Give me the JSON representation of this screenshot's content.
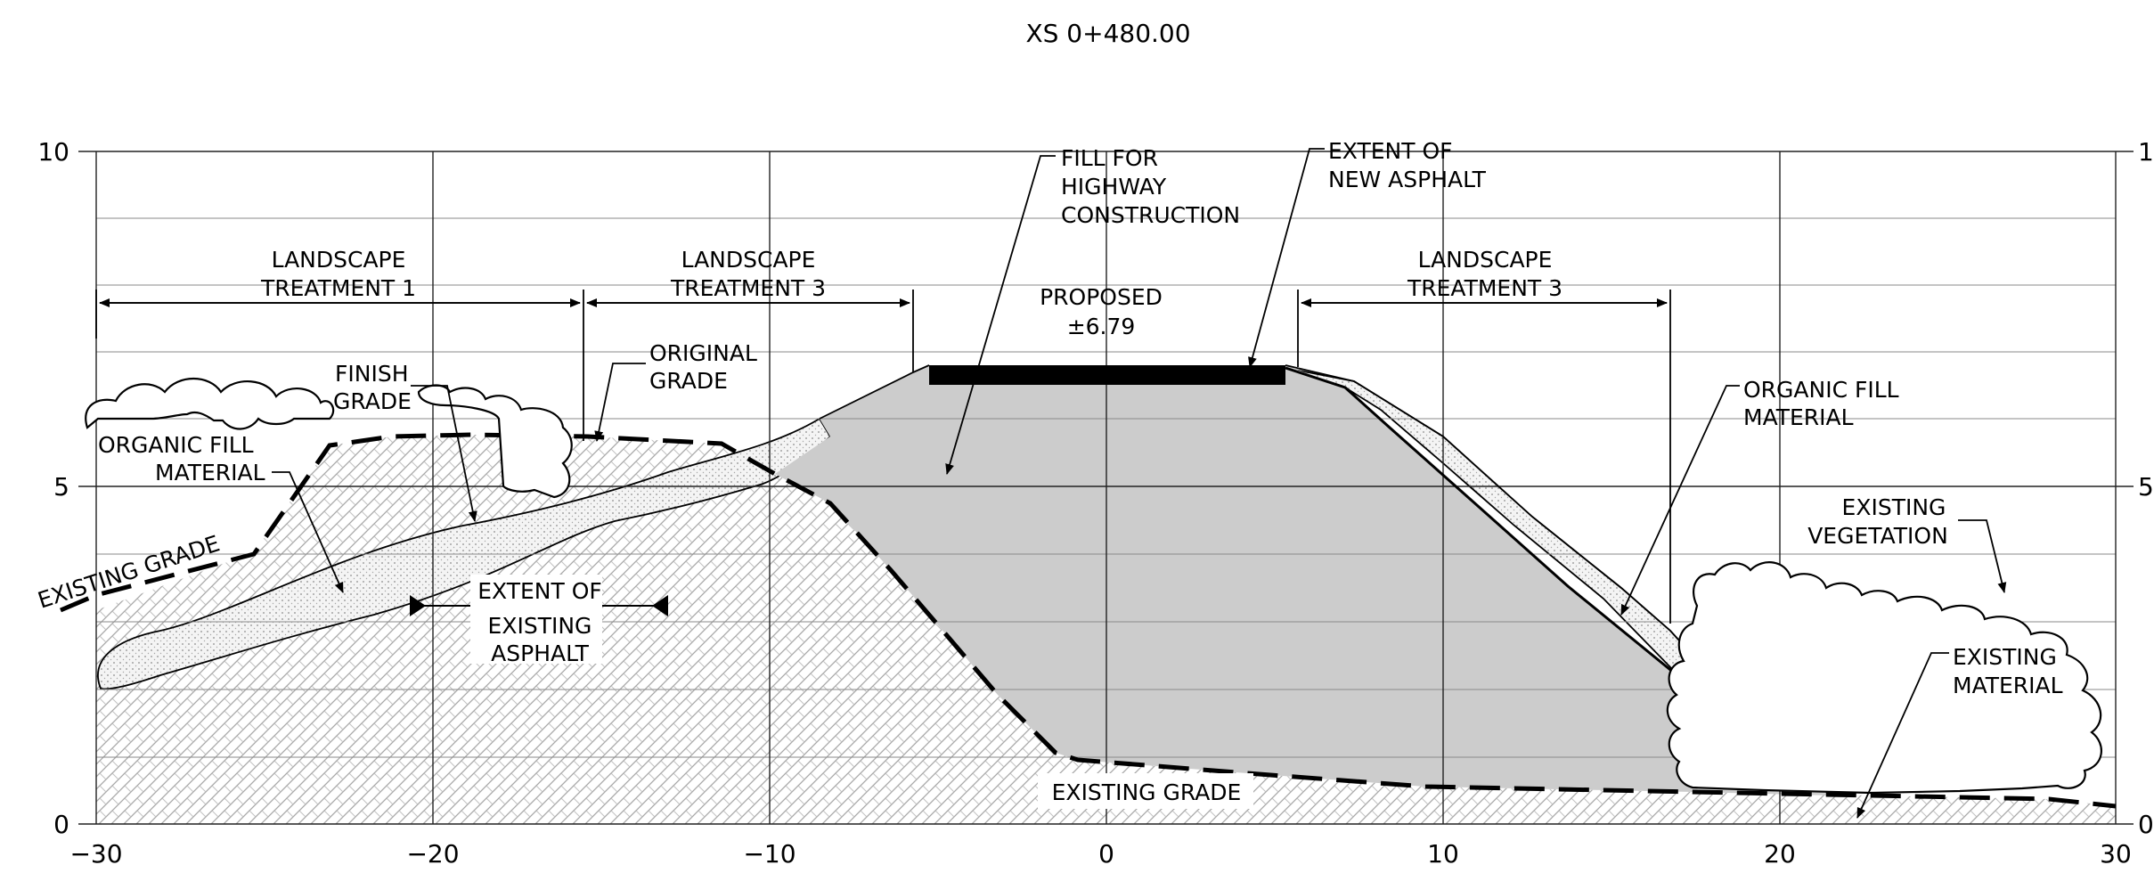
{
  "title": "XS 0+480.00",
  "axes": {
    "x_ticks": [
      "−30",
      "−20",
      "−10",
      "0",
      "10",
      "20",
      "30"
    ],
    "y_ticks": [
      "0",
      "5",
      "10"
    ]
  },
  "labels": {
    "landscape_1": [
      "LANDSCAPE",
      "TREATMENT 1"
    ],
    "landscape_3_left": [
      "LANDSCAPE",
      "TREATMENT 3"
    ],
    "landscape_3_right": [
      "LANDSCAPE",
      "TREATMENT 3"
    ],
    "proposed": [
      "PROPOSED",
      "±6.79"
    ],
    "fill_highway": [
      "FILL FOR",
      "HIGHWAY",
      "CONSTRUCTION"
    ],
    "new_asphalt": [
      "EXTENT OF",
      "NEW ASPHALT"
    ],
    "original_grade": [
      "ORIGINAL",
      "GRADE"
    ],
    "finish_grade": [
      "FINISH",
      "GRADE"
    ],
    "organic_left": [
      "ORGANIC FILL",
      "MATERIAL"
    ],
    "organic_right": [
      "ORGANIC FILL",
      "MATERIAL"
    ],
    "existing_grade_left": "EXISTING GRADE",
    "existing_grade_bottom": "EXISTING GRADE",
    "existing_asphalt": [
      "EXTENT OF",
      "EXISTING",
      "ASPHALT"
    ],
    "existing_vegetation": [
      "EXISTING",
      "VEGETATION"
    ],
    "existing_material": [
      "EXISTING",
      "MATERIAL"
    ]
  },
  "colors": {
    "fill_gray": "#cccccc",
    "line": "#000000",
    "background": "#ffffff"
  }
}
